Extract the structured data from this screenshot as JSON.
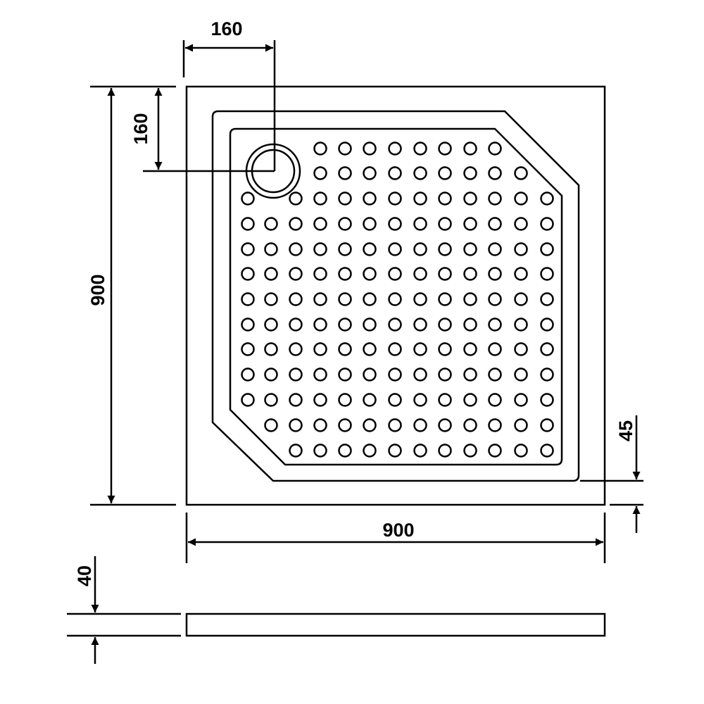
{
  "dimensions": {
    "drain_offset_x": "160",
    "drain_offset_y": "160",
    "height": "900",
    "width": "900",
    "rim_width": "45",
    "thickness": "40"
  },
  "colors": {
    "line": "#000000",
    "background": "#ffffff"
  }
}
